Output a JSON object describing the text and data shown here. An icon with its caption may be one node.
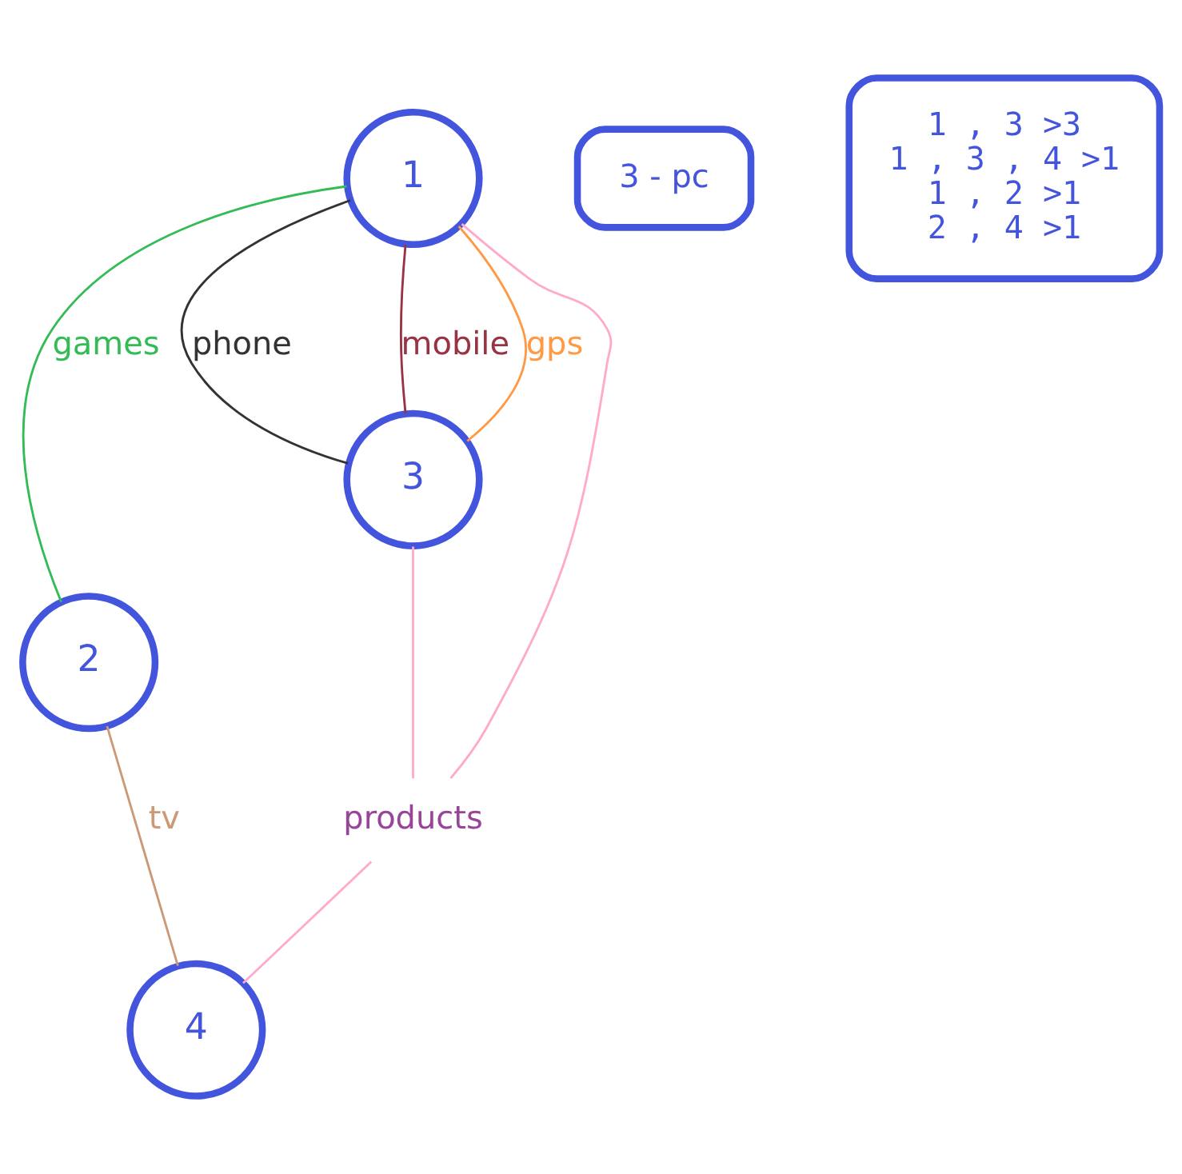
{
  "diagram": {
    "nodes": [
      {
        "text": [
          "1"
        ]
      },
      {
        "text": [
          "2"
        ]
      },
      {
        "text": [
          "3"
        ]
      },
      {
        "text": [
          "4"
        ]
      },
      {
        "text": [
          "products"
        ]
      },
      {
        "text": [
          "3 - pc"
        ]
      },
      {
        "text": [
          "1 , 3 >3",
          "1 , 3 , 4 >1",
          "1 , 2 >1",
          "2 , 4 >1"
        ]
      }
    ],
    "edges": [
      {
        "from": 0,
        "to": 2,
        "arrow": "none",
        "label": "phone",
        "color": "#333333"
      },
      {
        "from": 0,
        "to": 2,
        "arrow": "none",
        "label": "mobile",
        "color": "#993344"
      },
      {
        "from": 0,
        "to": 2,
        "arrow": "none",
        "label": "gps",
        "color": "#ff9944"
      },
      {
        "from": 0,
        "to": 1,
        "arrow": "none",
        "label": "games",
        "color": "#33bb55"
      },
      {
        "from": 0,
        "to": 4,
        "arrow": "none",
        "color": "#ffaacc"
      },
      {
        "from": 2,
        "to": 4,
        "arrow": "none",
        "color": "#ffaacc"
      },
      {
        "from": 4,
        "to": 3,
        "arrow": "none",
        "color": "#ffaacc"
      },
      {
        "from": 1,
        "to": 3,
        "arrow": "none",
        "label": "tv",
        "color": "#cc9977"
      }
    ]
  }
}
